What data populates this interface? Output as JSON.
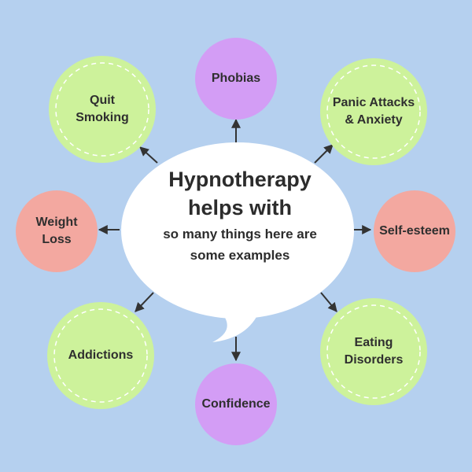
{
  "background_color": "#b5d0ef",
  "center": {
    "title_line1": "Hypnotherapy",
    "title_line2": "helps with",
    "sub_line1": "so many things here are",
    "sub_line2": "some examples",
    "fill": "#ffffff"
  },
  "nodes": [
    {
      "id": "phobias",
      "line1": "Phobias",
      "line2": "",
      "fill": "#d39df5",
      "style": "plain"
    },
    {
      "id": "panic",
      "line1": "Panic Attacks",
      "line2": "& Anxiety",
      "fill": "#cdf29b",
      "style": "dashed"
    },
    {
      "id": "selfesteem",
      "line1": "Self-esteem",
      "line2": "",
      "fill": "#f3a8a0",
      "style": "plain"
    },
    {
      "id": "eating",
      "line1": "Eating",
      "line2": "Disorders",
      "fill": "#cdf29b",
      "style": "dashed"
    },
    {
      "id": "confidence",
      "line1": "Confidence",
      "line2": "",
      "fill": "#d39df5",
      "style": "plain"
    },
    {
      "id": "addictions",
      "line1": "Addictions",
      "line2": "",
      "fill": "#cdf29b",
      "style": "dashed"
    },
    {
      "id": "weight",
      "line1": "Weight",
      "line2": "Loss",
      "fill": "#f3a8a0",
      "style": "plain"
    },
    {
      "id": "smoking",
      "line1": "Quit",
      "line2": "Smoking",
      "fill": "#cdf29b",
      "style": "dashed"
    }
  ],
  "arrow_color": "#333333",
  "dash_color": "#ffffff"
}
